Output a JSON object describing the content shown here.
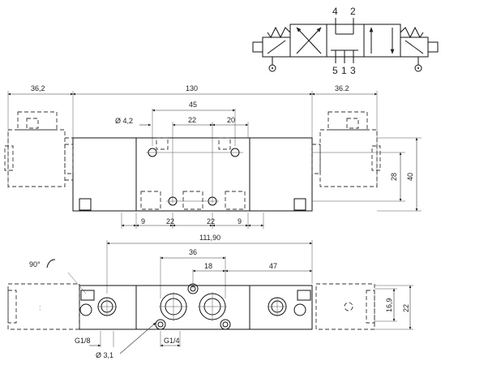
{
  "schematic": {
    "port_top_left": "4",
    "port_top_right": "2",
    "port_bottom_left": "5",
    "port_bottom_mid": "1",
    "port_bottom_right": "3"
  },
  "front_view": {
    "dim_left_coil": "36,2",
    "dim_total_length": "130",
    "dim_right_coil": "36.2",
    "dim_45": "45",
    "dim_hole_dia": "Ø 4,2",
    "dim_22_top": "22",
    "dim_20": "20",
    "dim_9_left": "9",
    "dim_22_bottom_a": "22",
    "dim_22_bottom_b": "22",
    "dim_9_right": "9",
    "dim_height_28": "28",
    "dim_height_40": "40"
  },
  "top_view": {
    "dim_111_90": "111,90",
    "dim_36": "36",
    "dim_18": "18",
    "dim_47": "47",
    "rotation_label": "90°",
    "dim_16_9": "16,9",
    "dim_22": "22",
    "label_g18": "G1/8",
    "label_g14": "G1/4",
    "label_dia_3_1": "Ø  3,1"
  }
}
